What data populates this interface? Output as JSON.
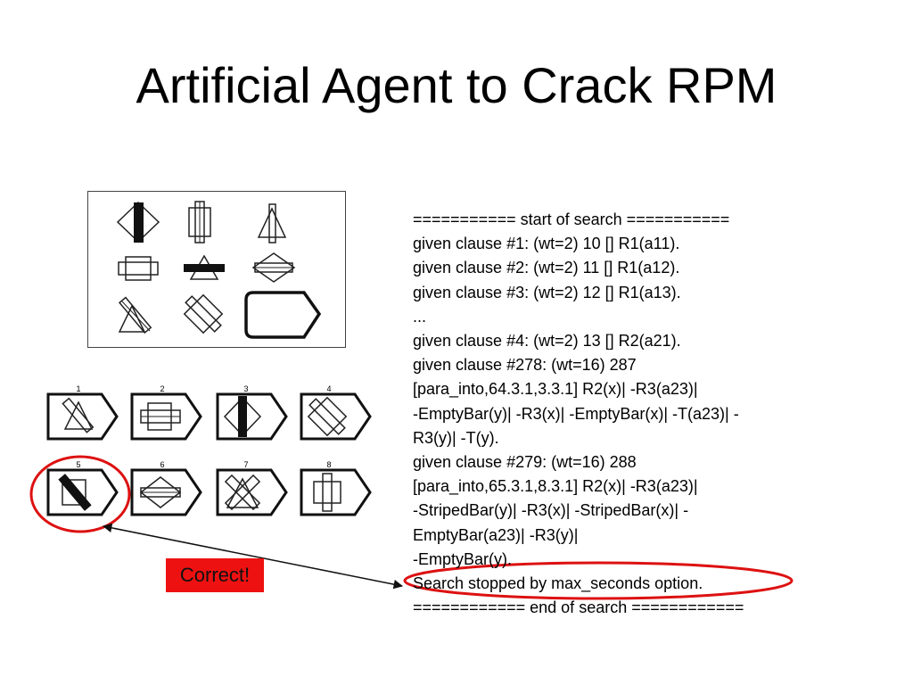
{
  "slide": {
    "title": "Artificial Agent to Crack RPM"
  },
  "answer_options": {
    "labels": [
      "1",
      "2",
      "3",
      "4",
      "5",
      "6",
      "7",
      "8"
    ],
    "selected": "5"
  },
  "callout": {
    "label": "Correct!",
    "color": "#ee1111"
  },
  "search_log": {
    "lines": [
      "=========== start of search ===========",
      "given clause #1: (wt=2) 10 [] R1(a11).",
      "given clause #2: (wt=2) 11 [] R1(a12).",
      "given clause #3: (wt=2) 12 [] R1(a13).",
      "...",
      "given clause #4: (wt=2) 13 [] R2(a21).",
      "given clause #278: (wt=16) 287",
      "[para_into,64.3.1,3.3.1] R2(x)| -R3(a23)|",
      "-EmptyBar(y)| -R3(x)| -EmptyBar(x)| -T(a23)| -",
      "R3(y)| -T(y).",
      "given clause #279: (wt=16) 288",
      "[para_into,65.3.1,8.3.1] R2(x)| -R3(a23)|",
      "-StripedBar(y)| -R3(x)| -StripedBar(x)| -",
      "EmptyBar(a23)| -R3(y)|",
      "-EmptyBar(y).",
      "Search stopped by max_seconds option.",
      "============ end of search ============"
    ]
  },
  "colors": {
    "highlight_ring": "#dd1111",
    "ink": "#111111"
  }
}
